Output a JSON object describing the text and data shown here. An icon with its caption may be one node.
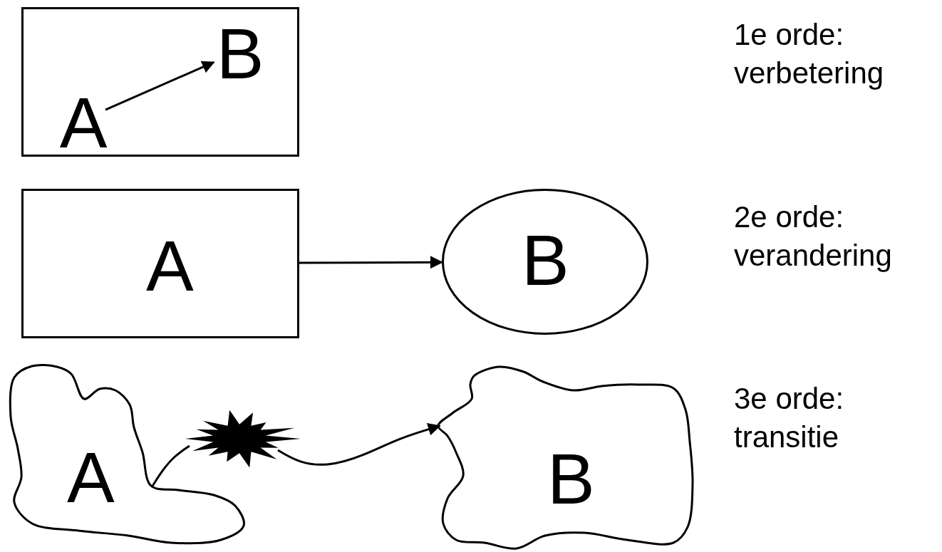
{
  "diagram": {
    "nodes": [
      {
        "text": [],
        "shape": "box"
      },
      {
        "text": [
          "A"
        ],
        "in": 0
      },
      {
        "text": [
          "B"
        ],
        "in": 0
      },
      {
        "text": [
          "A"
        ]
      },
      {
        "text": [
          "B"
        ]
      },
      {
        "text": [
          "A"
        ]
      },
      {
        "text": [],
        "shape": "star"
      },
      {
        "text": [
          "B"
        ]
      }
    ],
    "edges": [
      {
        "from": 1,
        "to": 2,
        "arrow": "to"
      },
      {
        "from": 3,
        "to": 4,
        "arrow": "to"
      },
      {
        "from": 5,
        "to": 6,
        "arrow": "none"
      },
      {
        "from": 6,
        "to": 7,
        "arrow": "to"
      }
    ],
    "labels": [
      "1e orde: verbetering",
      "2e orde: verandering",
      "3e orde: transitie"
    ]
  }
}
